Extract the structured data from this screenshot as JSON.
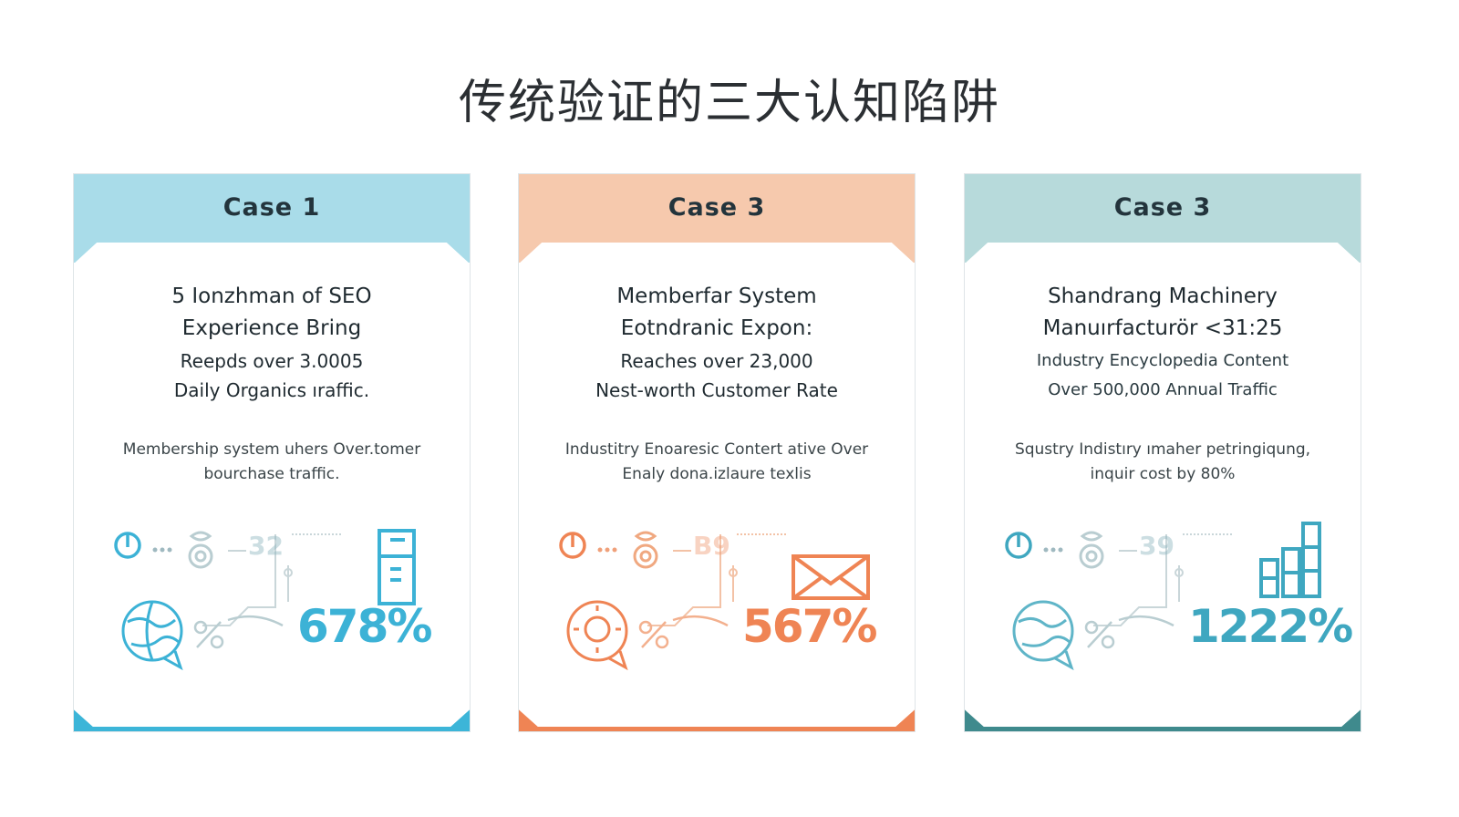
{
  "title": "传统验证的三大认知陷阱",
  "colors": {
    "case1": "#3cb5d8",
    "case2": "#ef8454",
    "case3": "#3f8a8d"
  },
  "cards": [
    {
      "header": "Case 1",
      "headline_1": "5 Ionzhman of SEO",
      "headline_2": "Experience Bring",
      "sub_1": "Reepds over 3.0005",
      "sub_2": "Daily Organics ıraffic.",
      "desc_1": "Membership system uhers Over.tomer",
      "desc_2": "bourchase traffic.",
      "mini_stat": "32",
      "stat": "678%",
      "icons": [
        "power-icon",
        "gear-icon",
        "globe-chat-icon",
        "percent-icon",
        "fridge-icon"
      ]
    },
    {
      "header": "Case 3",
      "headline_1": "Memberfar System",
      "headline_2": "Eotndranic Expon:",
      "sub_1": "Reaches over 23,000",
      "sub_2": "Nest-worth Customer Rate",
      "desc_1": "Industitry Enoaresic Contert ative Over",
      "desc_2": "Enaly dona.izlaure texlis",
      "mini_stat": "B9",
      "stat": "567%",
      "icons": [
        "power-icon",
        "gear-icon",
        "chat-gear-icon",
        "percent-icon",
        "envelope-icon"
      ]
    },
    {
      "header": "Case 3",
      "headline_1": "Shandrang Machinery",
      "headline_2": "Manuırfacturör <31:25",
      "sub_1": "Industry Encyclopedia Content",
      "sub_2": "Over 500,000 Annual Traffic",
      "desc_1": "Squstry Indistıry ımaher petringiqung,",
      "desc_2": "inquir cost by 80%",
      "mini_stat": "39",
      "stat": "1222%",
      "icons": [
        "power-icon",
        "gear-icon",
        "globe-chat-icon",
        "percent-icon",
        "bar-chart-icon"
      ]
    }
  ]
}
